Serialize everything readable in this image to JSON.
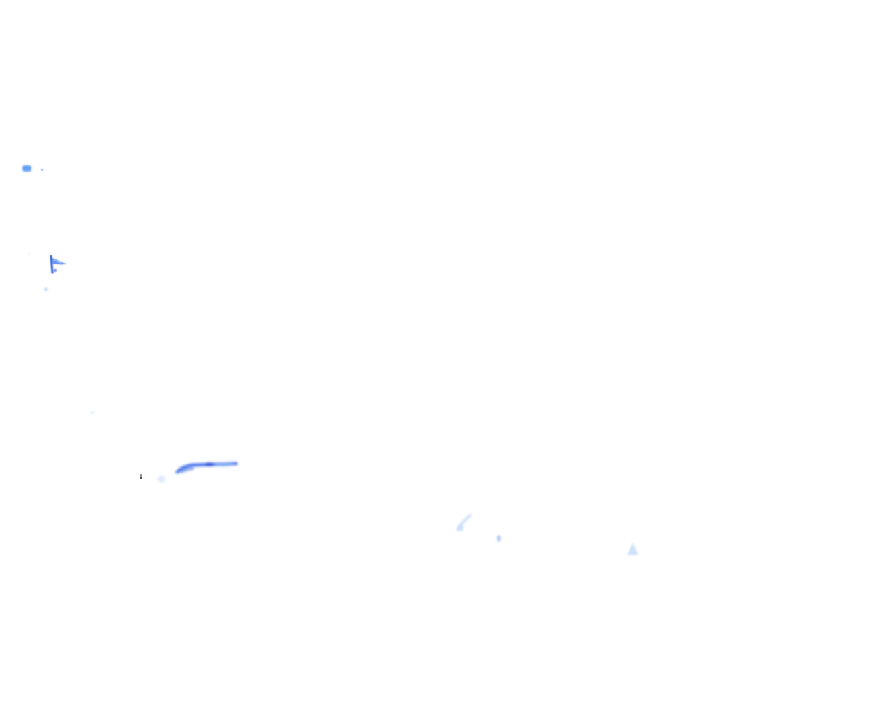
{
  "screen": {
    "background": "#ffffff",
    "accent_color": "#3b6fe8",
    "light_accent_color": "#cfe2fb"
  },
  "artifacts": [
    {
      "name": "top-left-mark",
      "icon": "blurred-blue-mark"
    },
    {
      "name": "flag-glyph",
      "icon": "flag-icon"
    },
    {
      "name": "streak",
      "icon": "blurred-blue-streak"
    },
    {
      "name": "cursor",
      "icon": "cursor-icon"
    },
    {
      "name": "shards",
      "icon": "faint-blue-shards"
    }
  ]
}
